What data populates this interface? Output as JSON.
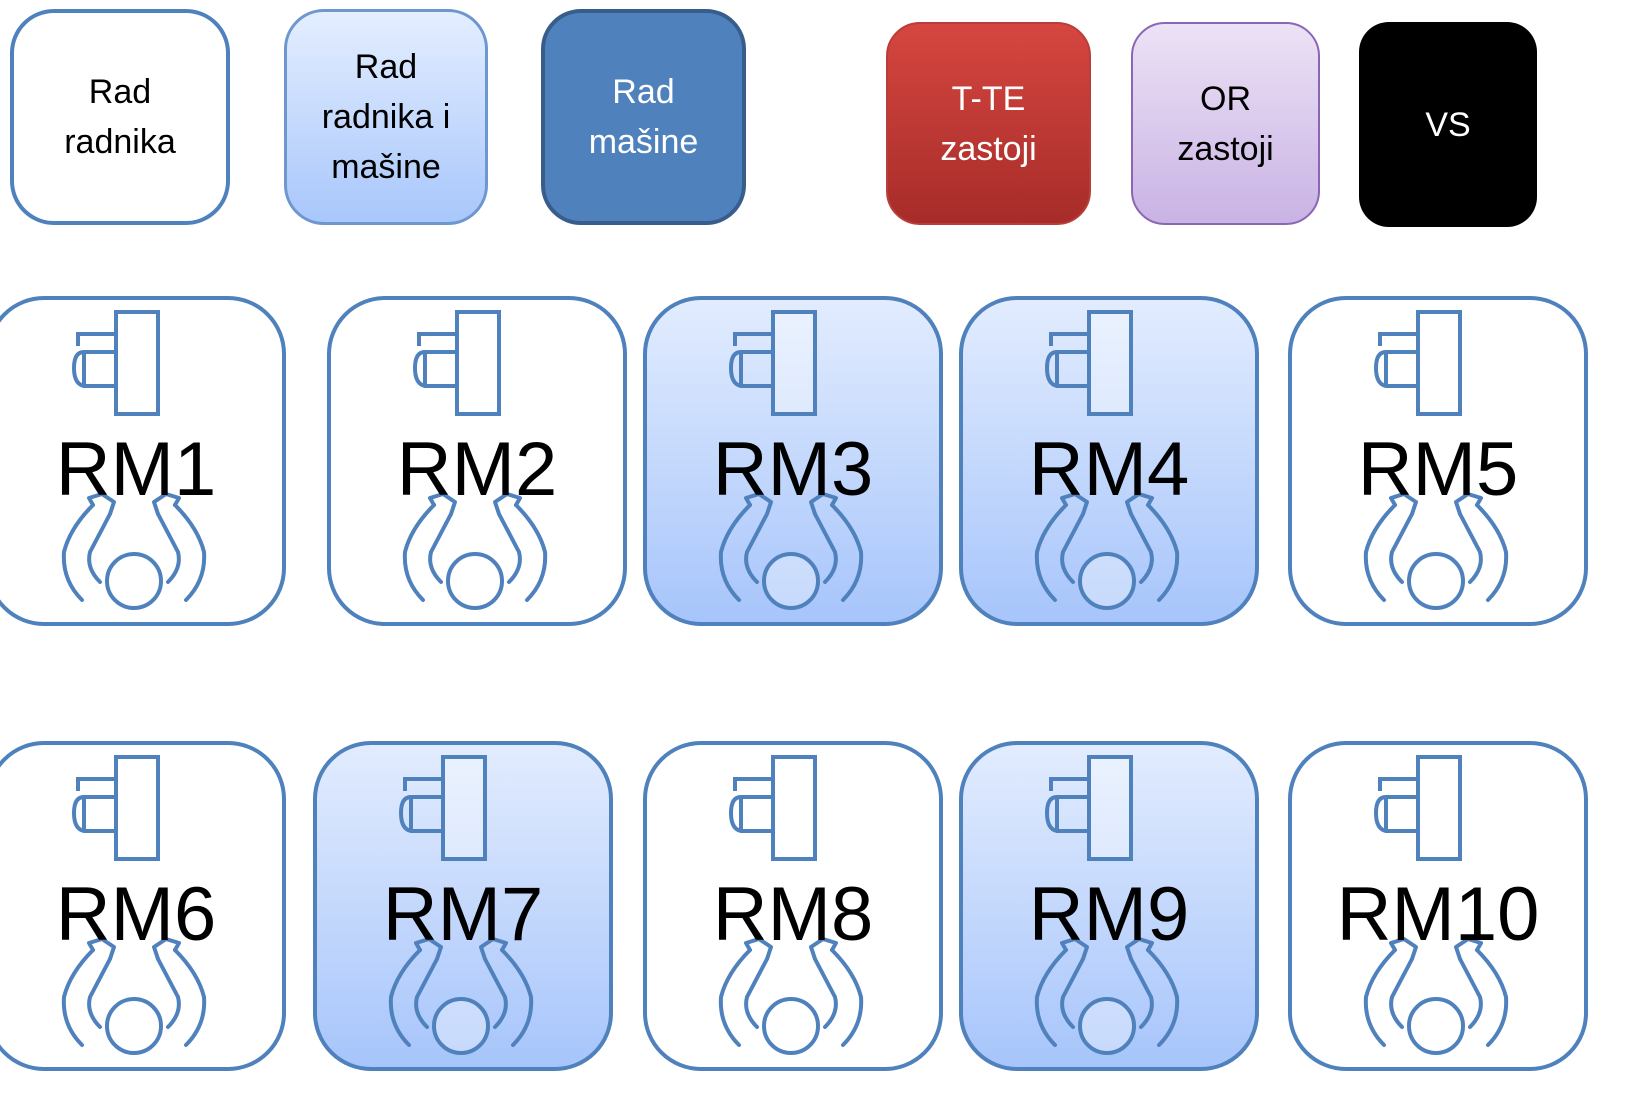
{
  "legend": [
    {
      "key": "worker",
      "text": "Rad\nradnika"
    },
    {
      "key": "both",
      "text": "Rad\nradnika i\nmašine"
    },
    {
      "key": "machine",
      "text": "Rad\nmašine"
    },
    {
      "key": "tte",
      "text": "T-TE\nzastoji"
    },
    {
      "key": "or",
      "text": "OR\nzastoji"
    },
    {
      "key": "vs",
      "text": "VS"
    }
  ],
  "stations": [
    {
      "label": "RM1",
      "mode": "worker"
    },
    {
      "label": "RM2",
      "mode": "worker"
    },
    {
      "label": "RM3",
      "mode": "both"
    },
    {
      "label": "RM4",
      "mode": "both"
    },
    {
      "label": "RM5",
      "mode": "worker"
    },
    {
      "label": "RM6",
      "mode": "worker"
    },
    {
      "label": "RM7",
      "mode": "both"
    },
    {
      "label": "RM8",
      "mode": "worker"
    },
    {
      "label": "RM9",
      "mode": "both"
    },
    {
      "label": "RM10",
      "mode": "worker"
    }
  ],
  "colors": {
    "outline": "#4f81bd",
    "machine": "#4f81bd",
    "tte": "#c0392b",
    "or": "#d9c8ee",
    "vs": "#000000"
  },
  "icons": [
    "machine-icon",
    "worker-icon"
  ]
}
